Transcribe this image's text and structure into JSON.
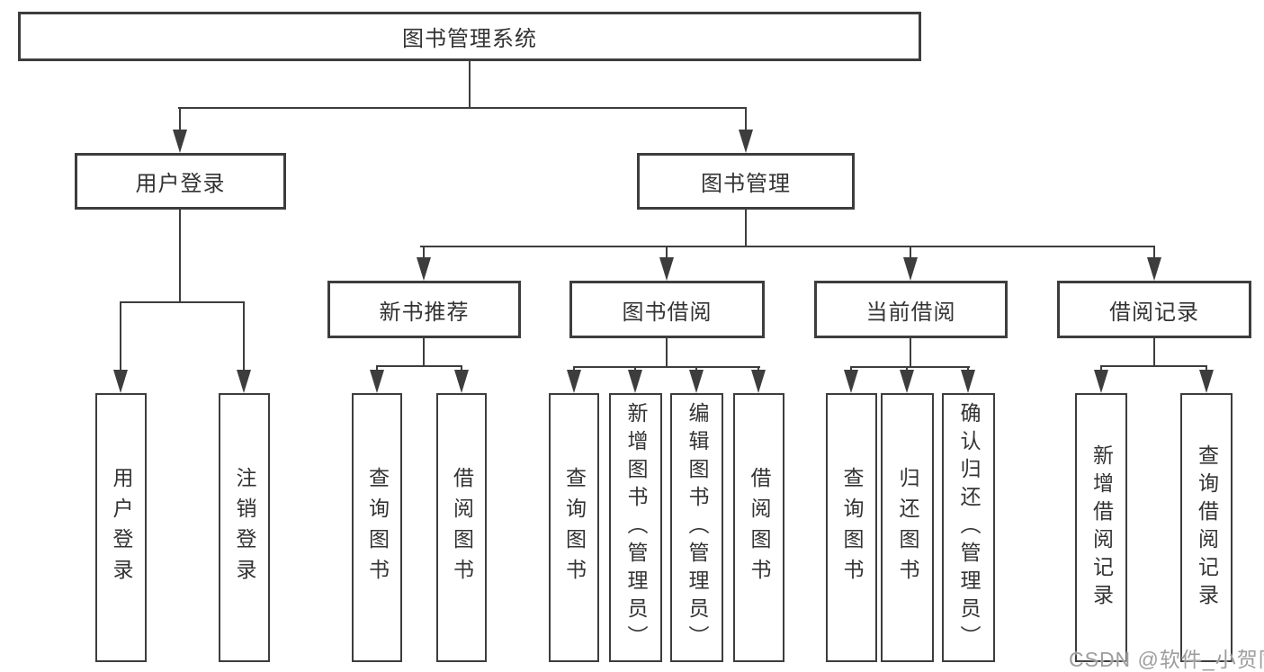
{
  "diagram": {
    "root": {
      "label": "图书管理系统"
    },
    "level2": [
      {
        "id": "user-login",
        "label": "用户登录"
      },
      {
        "id": "book-management",
        "label": "图书管理"
      }
    ],
    "level3": [
      {
        "id": "new-book-recommend",
        "label": "新书推荐"
      },
      {
        "id": "book-borrow",
        "label": "图书借阅"
      },
      {
        "id": "current-borrow",
        "label": "当前借阅"
      },
      {
        "id": "borrow-records",
        "label": "借阅记录"
      }
    ],
    "leaves": [
      {
        "id": "user-login",
        "label": "用户登录"
      },
      {
        "id": "logout",
        "label": "注销登录"
      },
      {
        "id": "query-books-recommend",
        "label": "查询图书"
      },
      {
        "id": "borrow-books-recommend",
        "label": "借阅图书"
      },
      {
        "id": "query-books-borrow",
        "label": "查询图书"
      },
      {
        "id": "add-book-admin",
        "label": "新增图书（管理员）"
      },
      {
        "id": "edit-book-admin",
        "label": "编辑图书（管理员）"
      },
      {
        "id": "borrow-books-borrow",
        "label": "借阅图书"
      },
      {
        "id": "query-books-current",
        "label": "查询图书"
      },
      {
        "id": "return-book",
        "label": "归还图书"
      },
      {
        "id": "confirm-return-admin",
        "label": "确认归还（管理员）"
      },
      {
        "id": "add-borrow-record",
        "label": "新增借阅记录"
      },
      {
        "id": "query-borrow-record",
        "label": "查询借阅记录"
      }
    ]
  },
  "watermark": {
    "text": "CSDN @软件_小贺同学"
  },
  "colors": {
    "line": "#3d3d3d",
    "text": "#333333",
    "watermark": "#9e9e9e",
    "background": "#ffffff"
  }
}
